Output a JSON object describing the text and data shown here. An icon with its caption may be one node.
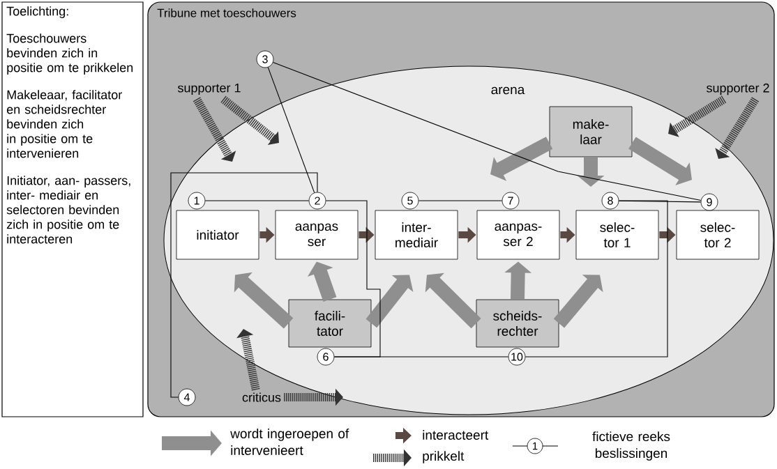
{
  "diagram": {
    "nodes": [
      {
        "text": [
          "Toelichting:",
          "Toeschouwers bevinden zich in positie om te prikkelen",
          "Makeleaar, facilitator en scheidsrechter bevinden zich in positie om te intervenieren",
          "Initiator, aan- passers, inter- mediair en selectoren bevinden zich in positie om te interacteren"
        ]
      },
      {
        "text": [
          "Tribune met toeschouwers"
        ]
      },
      {
        "text": [
          "arena"
        ],
        "in": 1
      },
      {
        "text": [
          "supporter 1"
        ],
        "in": 1
      },
      {
        "text": [
          "supporter 2"
        ],
        "in": 1
      },
      {
        "text": [
          "make- laar"
        ],
        "in": 2
      },
      {
        "text": [
          "initiator"
        ],
        "in": 2
      },
      {
        "text": [
          "aanpas ser"
        ],
        "in": 2
      },
      {
        "text": [
          "inter- mediair"
        ],
        "in": 2
      },
      {
        "text": [
          "aanpas- ser 2"
        ],
        "in": 2
      },
      {
        "text": [
          "selec- tor 1"
        ],
        "in": 2
      },
      {
        "text": [
          "selec- tor 2"
        ],
        "in": 2
      },
      {
        "text": [
          "facili- tator"
        ],
        "in": 2
      },
      {
        "text": [
          "scheids- rechter"
        ],
        "in": 2
      },
      {
        "text": [
          "criticus"
        ],
        "in": 1
      },
      {
        "text": [
          "1"
        ],
        "in": 2
      },
      {
        "text": [
          "2"
        ],
        "in": 2
      },
      {
        "text": [
          "3"
        ],
        "in": 1
      },
      {
        "text": [
          "4"
        ],
        "in": 1
      },
      {
        "text": [
          "5"
        ],
        "in": 2
      },
      {
        "text": [
          "6"
        ],
        "in": 2
      },
      {
        "text": [
          "7"
        ],
        "in": 2
      },
      {
        "text": [
          "8"
        ],
        "in": 2
      },
      {
        "text": [
          "9"
        ],
        "in": 2
      },
      {
        "text": [
          "10"
        ],
        "in": 2
      }
    ],
    "edges": [
      {
        "from": 6,
        "to": 7,
        "arrow": "to",
        "color": "#5a4843"
      },
      {
        "from": 7,
        "to": 8,
        "arrow": "to",
        "color": "#5a4843"
      },
      {
        "from": 8,
        "to": 9,
        "arrow": "to",
        "color": "#5a4843"
      },
      {
        "from": 9,
        "to": 10,
        "arrow": "to",
        "color": "#5a4843"
      },
      {
        "from": 10,
        "to": 11,
        "arrow": "to",
        "color": "#5a4843"
      },
      {
        "from": 5,
        "to": null,
        "arrow": "to",
        "color": "#8f8f8f"
      },
      {
        "from": 5,
        "to": null,
        "arrow": "to",
        "color": "#8f8f8f"
      },
      {
        "from": 5,
        "to": null,
        "arrow": "to",
        "color": "#8f8f8f"
      },
      {
        "from": 12,
        "to": 6,
        "arrow": "to",
        "color": "#8f8f8f"
      },
      {
        "from": 12,
        "to": 7,
        "arrow": "to",
        "color": "#8f8f8f"
      },
      {
        "from": 12,
        "to": 8,
        "arrow": "to",
        "color": "#8f8f8f"
      },
      {
        "from": 13,
        "to": 8,
        "arrow": "to",
        "color": "#8f8f8f"
      },
      {
        "from": 13,
        "to": 9,
        "arrow": "to",
        "color": "#8f8f8f"
      },
      {
        "from": 13,
        "to": 10,
        "arrow": "to",
        "color": "#8f8f8f"
      },
      {
        "from": 3,
        "to": 2,
        "arrow": "to",
        "style": "dashed",
        "color": "#333333"
      },
      {
        "from": 3,
        "to": 2,
        "arrow": "to",
        "style": "dashed",
        "color": "#333333"
      },
      {
        "from": 4,
        "to": 2,
        "arrow": "to",
        "style": "dashed",
        "color": "#333333"
      },
      {
        "from": 4,
        "to": 2,
        "arrow": "to",
        "style": "dashed",
        "color": "#333333"
      },
      {
        "from": 14,
        "to": 2,
        "arrow": "to",
        "style": "dashed",
        "color": "#333333"
      },
      {
        "from": 14,
        "to": 2,
        "arrow": "to",
        "style": "dashed",
        "color": "#333333"
      },
      {
        "from": 15,
        "to": 16,
        "arrow": "none",
        "color": "#000000"
      },
      {
        "from": 16,
        "to": 17,
        "arrow": "none",
        "color": "#000000"
      },
      {
        "from": 17,
        "to": 23,
        "arrow": "none",
        "color": "#000000"
      },
      {
        "from": 18,
        "to": 16,
        "arrow": "none",
        "color": "#000000"
      },
      {
        "from": 16,
        "to": 20,
        "arrow": "none",
        "color": "#000000"
      },
      {
        "from": 19,
        "to": 21,
        "arrow": "none",
        "color": "#000000"
      },
      {
        "from": 20,
        "to": 24,
        "arrow": "none",
        "color": "#000000"
      },
      {
        "from": 24,
        "to": 22,
        "arrow": "none",
        "color": "#000000"
      },
      {
        "from": 22,
        "to": 23,
        "arrow": "none",
        "color": "#000000"
      }
    ],
    "labels": [
      "1"
    ],
    "legend": [
      {
        "text": "wordt ingeroepen of intervenieert"
      },
      {
        "text": "interacteert"
      },
      {
        "text": "prikkelt"
      },
      {
        "text": "fictieve reeks beslissingen"
      }
    ]
  }
}
